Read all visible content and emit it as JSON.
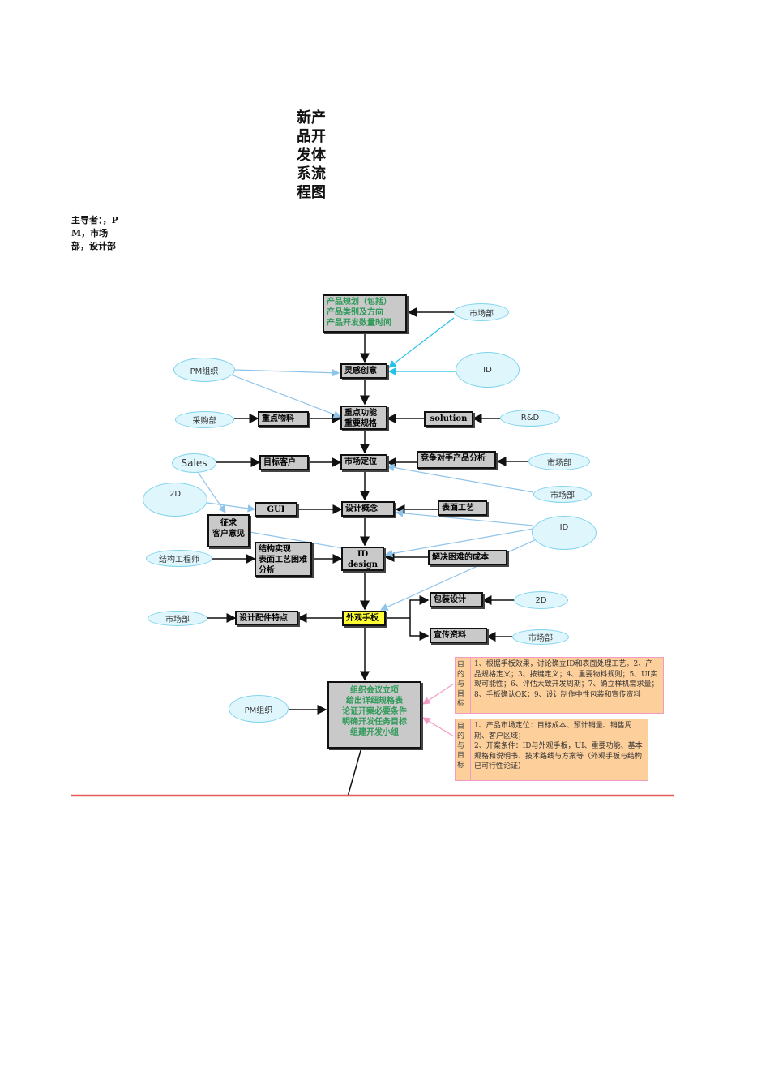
{
  "title": "新产品开发体系流程图",
  "lead": "主导者：，PM，市场部，设计部",
  "boxes": {
    "plan": "产品规划（包括）\n产品类别及方向\n产品开发数量时间",
    "inspiration": "灵感创意",
    "key_function": "重点功能\n重要规格",
    "key_material": "重点物料",
    "solution": "solution",
    "market_position": "市场定位",
    "target_customer": "目标客户",
    "competitor": "竞争对手产品分析",
    "design_concept": "设计概念",
    "gui": "GUI",
    "surface_process": "表面工艺",
    "collect_opinion": "征求\n客户意见",
    "structure": "结构实现\n表面工艺困难\n分析",
    "id_design": "ID\ndesign",
    "solve_cost": "解决困难的成本",
    "mockup": "外观手板",
    "accessory_feature": "设计配件特点",
    "package_design": "包装设计",
    "promo": "宣传资料",
    "meeting": "组织会议立项\n给出详细规格表\n论证开案必要条件\n明确开发任务目标\n组建开发小组"
  },
  "ellipses": {
    "market1": "市场部",
    "pm1": "PM组织",
    "id1": "ID",
    "purchase": "采购部",
    "rd": "R&D",
    "sales": "Sales",
    "market2": "市场部",
    "d2_1": "2D",
    "market3": "市场部",
    "id2": "ID",
    "struct_eng": "结构工程师",
    "d2_2": "2D",
    "market4": "市场部",
    "market5": "市场部",
    "pm2": "PM组织"
  },
  "notes": [
    {
      "tag": "目的与目标",
      "text": "1、根据手板效果，讨论确立ID和表面处理工艺。2、产品规格定义；3、按键定义；4、重要物料规则；5、UI实现可能性；6、评估大致开发周期；7、确立样机需求量；8、手板确认OK；9、设计制作中性包装和宣传资料"
    },
    {
      "tag": "目的与目标",
      "text": "1、产品市场定位：目标成本、预计销量、销售周期、客户区域；\n2、开案条件：ID与外观手板，UI、重要功能、基本规格和说明书、技术路线与方案等（外观手板与结构已可行性论证）"
    }
  ],
  "colors": {
    "box_fill": "#c9c9c9",
    "green_text": "#2e9a58",
    "mockup_fill": "#ffff33",
    "ellipse_border": "#7fd3ec",
    "ellipse_fill": "#dff6fd",
    "note_fill": "#fdcf9b",
    "note_border": "#f39bc4",
    "divider": "#e85a5a"
  }
}
